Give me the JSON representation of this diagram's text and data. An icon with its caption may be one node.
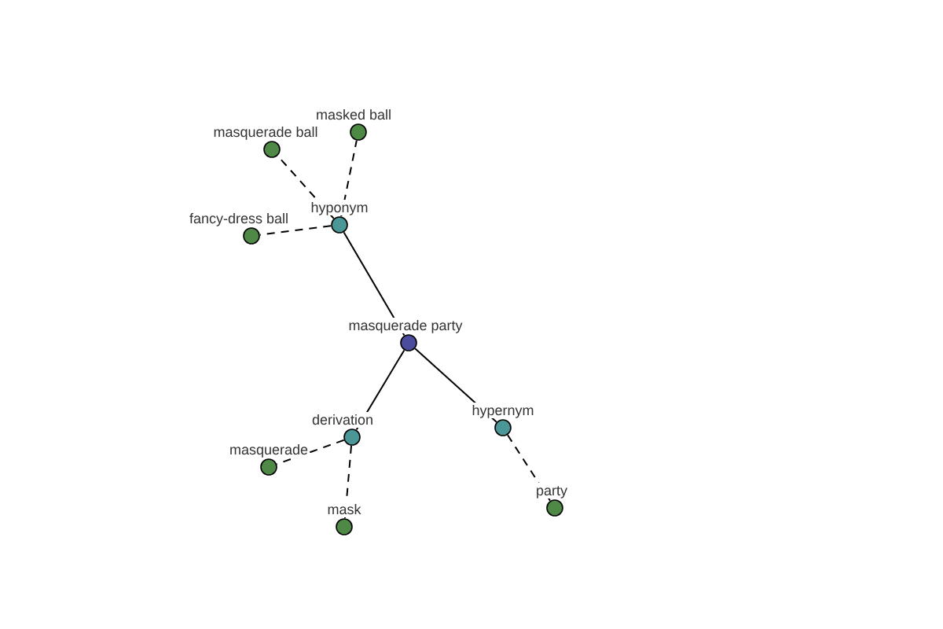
{
  "diagram": {
    "nodes": [
      {
        "text": [
          "masquerade party"
        ]
      },
      {
        "text": [
          "hyponym"
        ]
      },
      {
        "text": [
          "derivation"
        ]
      },
      {
        "text": [
          "hypernym"
        ]
      },
      {
        "text": [
          "masquerade ball"
        ]
      },
      {
        "text": [
          "masked ball"
        ]
      },
      {
        "text": [
          "fancy-dress ball"
        ]
      },
      {
        "text": [
          "masquerade"
        ]
      },
      {
        "text": [
          "mask"
        ]
      },
      {
        "text": [
          "party"
        ]
      }
    ],
    "edges": [
      {
        "from": 0,
        "to": 1,
        "arrow": "none"
      },
      {
        "from": 0,
        "to": 2,
        "arrow": "none"
      },
      {
        "from": 0,
        "to": 3,
        "arrow": "none"
      },
      {
        "from": 1,
        "to": 4,
        "arrow": "none",
        "style": "dashed"
      },
      {
        "from": 1,
        "to": 5,
        "arrow": "none",
        "style": "dashed"
      },
      {
        "from": 1,
        "to": 6,
        "arrow": "none",
        "style": "dashed"
      },
      {
        "from": 2,
        "to": 7,
        "arrow": "none",
        "style": "dashed"
      },
      {
        "from": 2,
        "to": 8,
        "arrow": "none",
        "style": "dashed"
      },
      {
        "from": 3,
        "to": 9,
        "arrow": "none",
        "style": "dashed"
      }
    ]
  }
}
